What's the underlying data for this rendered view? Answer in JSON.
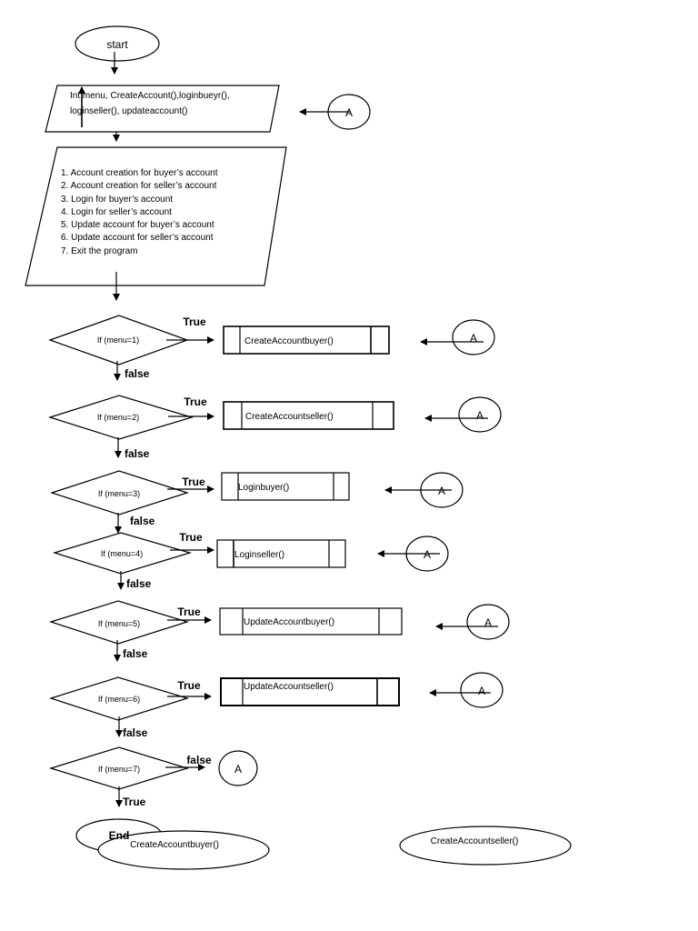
{
  "start": {
    "label": "start"
  },
  "init": {
    "line1": "Int menu, CreateAccount(),loginbueyr(),",
    "line2": "loginseller(), updateaccount()"
  },
  "menu_items": [
    "1. Account creation for buyer’s account",
    "2. Account creation for seller’s account",
    "3. Login for buyer’s account",
    "4. Login for seller’s account",
    "5. Update account for buyer’s account",
    "6. Update account for seller’s account",
    "7. Exit the program"
  ],
  "connector_label": "A",
  "decisions": [
    {
      "cond": "If (menu=1)",
      "branch_label": "True",
      "down_label": "false",
      "process": "CreateAccountbuyer()"
    },
    {
      "cond": "If (menu=2)",
      "branch_label": "True",
      "down_label": "false",
      "process": "CreateAccountseller()"
    },
    {
      "cond": "If (menu=3)",
      "branch_label": "True",
      "down_label": "false",
      "process": "Loginbuyer()"
    },
    {
      "cond": "If (menu=4)",
      "branch_label": "True",
      "down_label": "false",
      "process": "Loginseller()"
    },
    {
      "cond": "If (menu=5)",
      "branch_label": "True",
      "down_label": "false",
      "process": "UpdateAccountbuyer()"
    },
    {
      "cond": "If (menu=6)",
      "branch_label": "True",
      "down_label": "false",
      "process": "UpdateAccountseller()"
    },
    {
      "cond": "If (menu=7)",
      "branch_label": "false",
      "down_label": "True"
    }
  ],
  "end": {
    "label": "End"
  },
  "bottom_ovals": [
    "CreateAccountbuyer()",
    "CreateAccountseller()"
  ]
}
